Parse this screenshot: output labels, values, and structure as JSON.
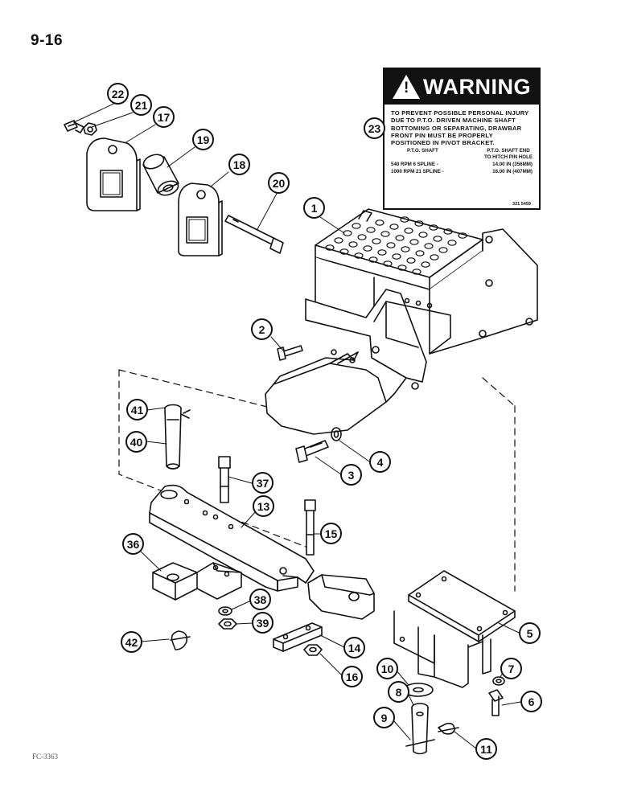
{
  "page": {
    "number": "9-16",
    "figure_code": "FC-3363"
  },
  "warning": {
    "title": "WARNING",
    "symbol": "!",
    "text": "TO PREVENT POSSIBLE PERSONAL INJURY DUE TO P.T.O. DRIVEN MACHINE SHAFT BOTTOMING OR SEPARATING, DRAWBAR FRONT PIN MUST BE PROPERLY POSITIONED IN PIVOT BRACKET.",
    "col1_header": "P.T.O. SHAFT",
    "col2_header": "P.T.O. SHAFT END",
    "col2_header_2": "TO HITCH PIN HOLE",
    "rows": [
      {
        "shaft": "540 RPM  6 SPLINE -",
        "distance": "14.00 IN (356mm)"
      },
      {
        "shaft": "1000 RPM 21 SPLINE -",
        "distance": "16.00 IN (407mm)"
      }
    ],
    "decal_code": "321    5459"
  },
  "callouts": [
    "22",
    "21",
    "17",
    "19",
    "18",
    "20",
    "1",
    "23",
    "2",
    "41",
    "40",
    "4",
    "3",
    "37",
    "13",
    "15",
    "36",
    "38",
    "39",
    "42",
    "14",
    "16",
    "5",
    "10",
    "7",
    "8",
    "6",
    "9",
    "11"
  ]
}
